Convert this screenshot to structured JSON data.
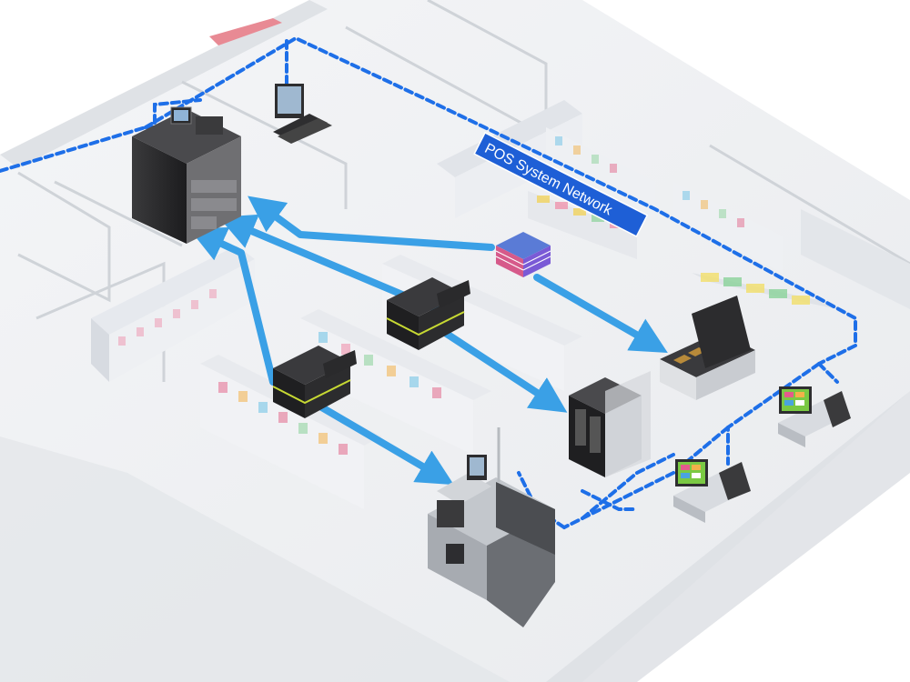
{
  "network": {
    "label": "POS System Network",
    "line_color": "#1e6fe8",
    "flow_color": "#3aa0e6",
    "label_bg": "#1e5fd6"
  },
  "devices": [
    {
      "name": "cash-recycler-back-office-icon",
      "kind": "cash recycler"
    },
    {
      "name": "pos-terminal-office-icon",
      "kind": "pos terminal"
    },
    {
      "name": "coin-counter-left-icon",
      "kind": "cash counter"
    },
    {
      "name": "coin-counter-right-icon",
      "kind": "cash counter"
    },
    {
      "name": "banknote-stack-icon",
      "kind": "banknotes"
    },
    {
      "name": "cash-drawer-icon",
      "kind": "cash drawer"
    },
    {
      "name": "cash-recycler-front-icon",
      "kind": "cash recycler"
    },
    {
      "name": "self-checkout-kiosk-icon",
      "kind": "self checkout"
    },
    {
      "name": "pos-register-center-icon",
      "kind": "pos terminal"
    },
    {
      "name": "pos-register-right-icon",
      "kind": "pos terminal"
    }
  ]
}
